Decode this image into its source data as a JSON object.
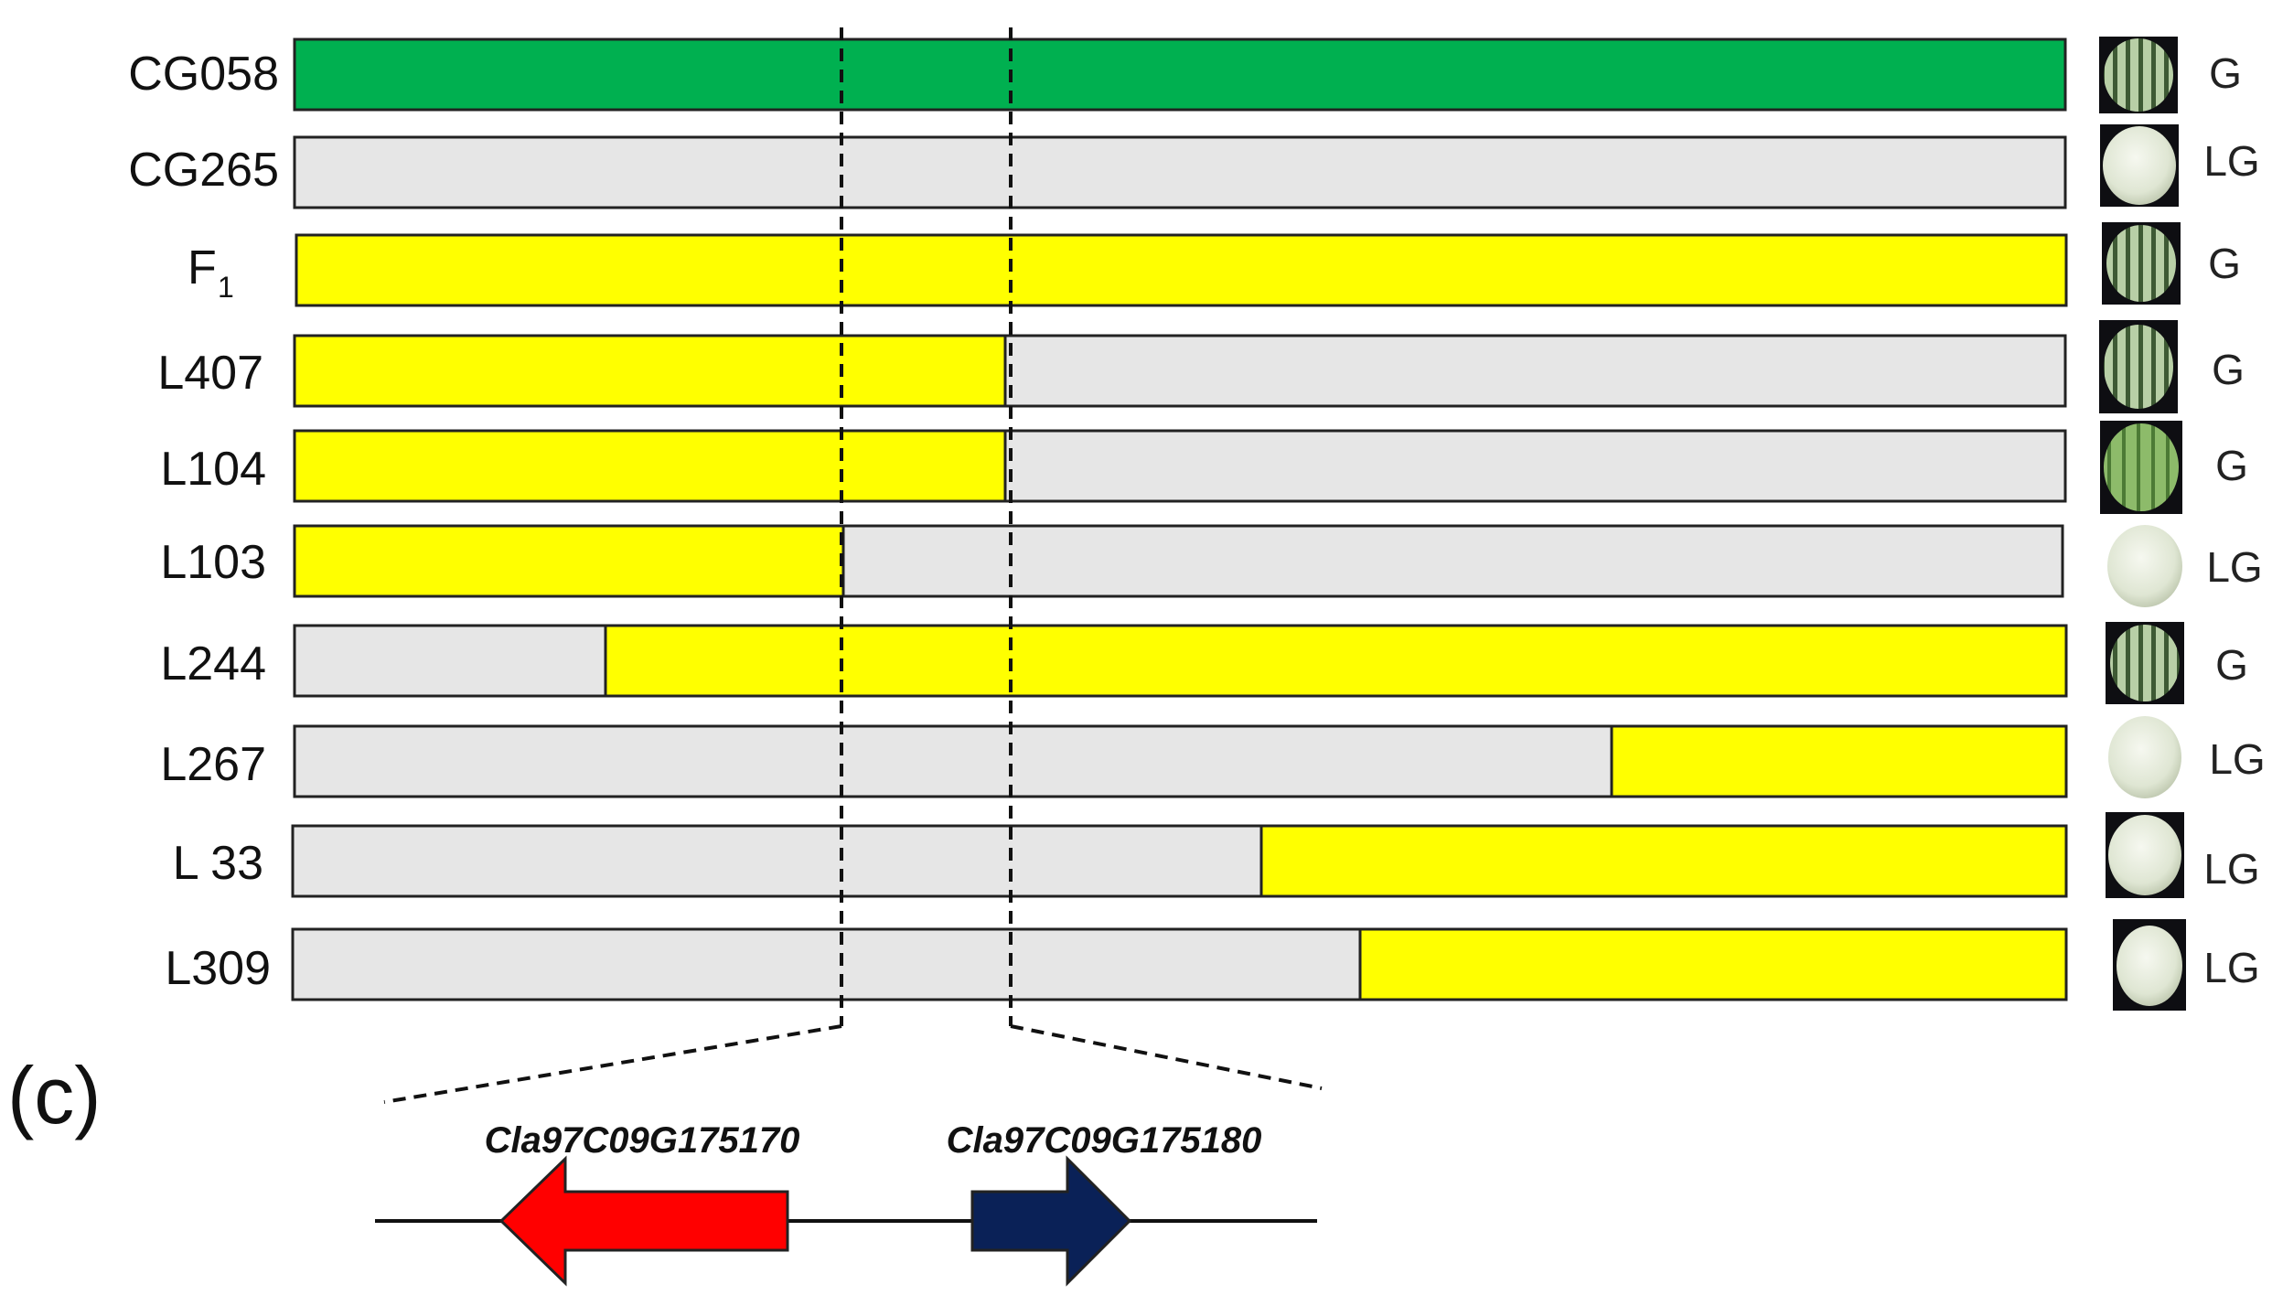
{
  "panel_label": "(c)",
  "colors": {
    "parent_green": "#00b050",
    "recessive_gray": "#e6e6e6",
    "heterozygous_yellow": "#ffff00",
    "gene_red": "#ff0000",
    "gene_navy": "#0a2157"
  },
  "lines": [
    {
      "name": "CG058",
      "phenotype": "G",
      "fruit": "striped"
    },
    {
      "name": "CG265",
      "phenotype": "LG",
      "fruit": "pale"
    },
    {
      "name": "F",
      "sub": "1",
      "phenotype": "G",
      "fruit": "striped"
    },
    {
      "name": "L407",
      "phenotype": "G",
      "fruit": "striped"
    },
    {
      "name": "L104",
      "phenotype": "G",
      "fruit": "striped-green"
    },
    {
      "name": "L103",
      "phenotype": "LG",
      "fruit": "pale"
    },
    {
      "name": "L244",
      "phenotype": "G",
      "fruit": "striped"
    },
    {
      "name": "L267",
      "phenotype": "LG",
      "fruit": "pale"
    },
    {
      "name": "L 33",
      "phenotype": "LG",
      "fruit": "pale"
    },
    {
      "name": "L309",
      "phenotype": "LG",
      "fruit": "pale"
    }
  ],
  "genes": {
    "left": {
      "id": "Cla97C09G175170",
      "direction": "reverse",
      "color": "#ff0000"
    },
    "right": {
      "id": "Cla97C09G175180",
      "direction": "forward",
      "color": "#0a2157"
    }
  }
}
